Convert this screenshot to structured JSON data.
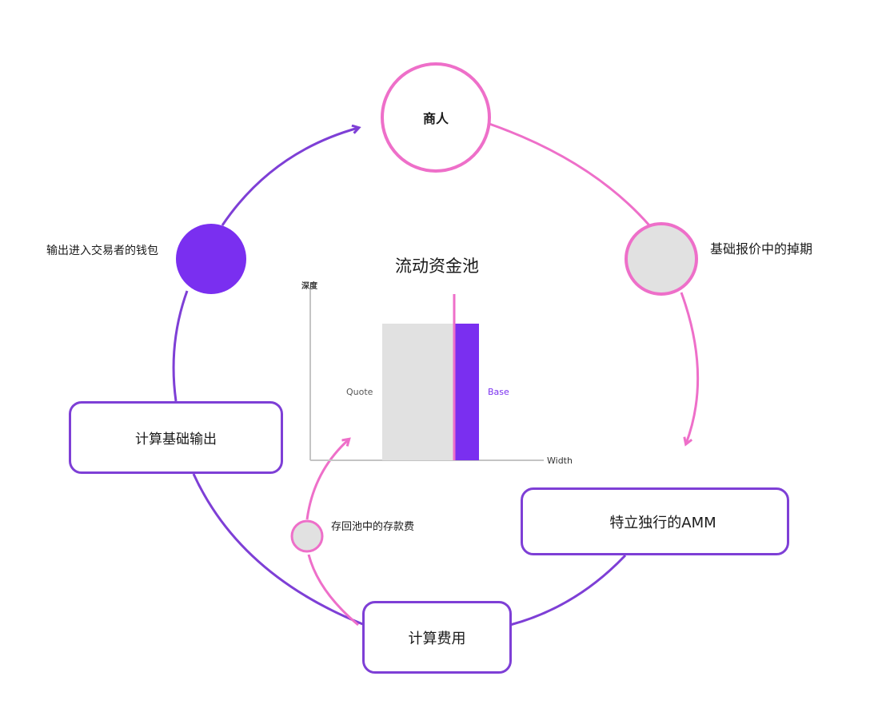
{
  "nodes": {
    "trader": "商人",
    "base_quote_drop": "基础报价中的掉期",
    "standalone_amm": "特立独行的AMM",
    "compute_fee": "计算费用",
    "deposit_fee": "存回池中的存款费",
    "compute_base_output": "计算基础输出",
    "output_to_wallet": "输出进入交易者的钱包"
  },
  "pool": {
    "title": "流动资金池",
    "y_axis": "深度",
    "x_axis": "Width",
    "quote_label": "Quote",
    "base_label": "Base"
  },
  "colors": {
    "pink": "#ee6fc9",
    "purple": "#7e3fd6",
    "bright_purple": "#7a2ff0",
    "grey_fill": "#e1e1e1"
  }
}
